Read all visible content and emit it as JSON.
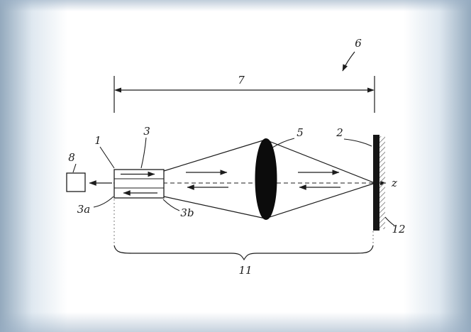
{
  "figure": {
    "type": "patent-optical-schematic",
    "reference_labels": {
      "component_6": "6",
      "dimension_7": "7",
      "component_1": "1",
      "component_3": "3",
      "component_3a": "3a",
      "component_3b": "3b",
      "component_5": "5",
      "component_2": "2",
      "component_8": "8",
      "component_11": "11",
      "component_12": "12",
      "axis_z": "z"
    },
    "colors": {
      "line": "#1c1c1c",
      "lens_fill": "#0c0c0c",
      "mirror_fill": "#161616",
      "hatch": "#8d8d8d",
      "page_edge": "#93a9bd"
    }
  }
}
